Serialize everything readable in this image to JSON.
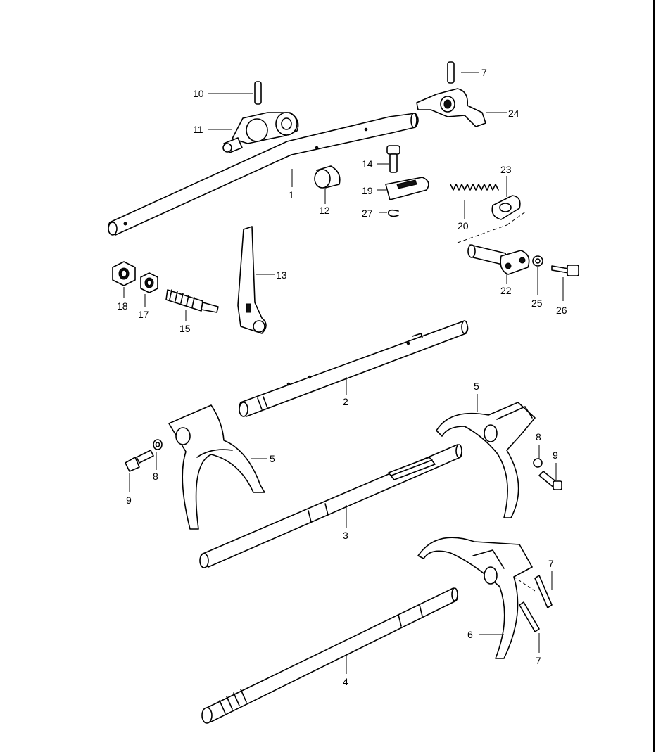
{
  "labels": {
    "p1": "1",
    "p2": "2",
    "p3": "3",
    "p4": "4",
    "p5a": "5",
    "p5b": "5",
    "p6": "6",
    "p7a": "7",
    "p7b": "7",
    "p7c": "7",
    "p8a": "8",
    "p8b": "8",
    "p9a": "9",
    "p9b": "9",
    "p10": "10",
    "p11": "11",
    "p12": "12",
    "p13": "13",
    "p14": "14",
    "p15": "15",
    "p17": "17",
    "p18": "18",
    "p19": "19",
    "p20": "20",
    "p22": "22",
    "p23": "23",
    "p24": "24",
    "p25": "25",
    "p26": "26",
    "p27": "27"
  }
}
